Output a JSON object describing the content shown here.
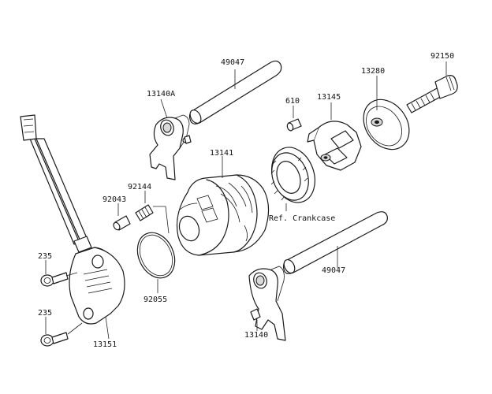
{
  "labels": {
    "rod_upper": "49047",
    "rod_lower": "49047",
    "bolt": "92150",
    "plate": "13280",
    "fork_upper": "13140A",
    "pin_610": "610",
    "cam_13145": "13145",
    "drum": "13141",
    "pin_92144": "92144",
    "pin_92043": "92043",
    "crankcase_ref": "Ref. Crankcase",
    "oring": "92055",
    "fork_lower": "13140",
    "screw_upper": "235",
    "screw_lower": "235",
    "holder": "13151"
  }
}
